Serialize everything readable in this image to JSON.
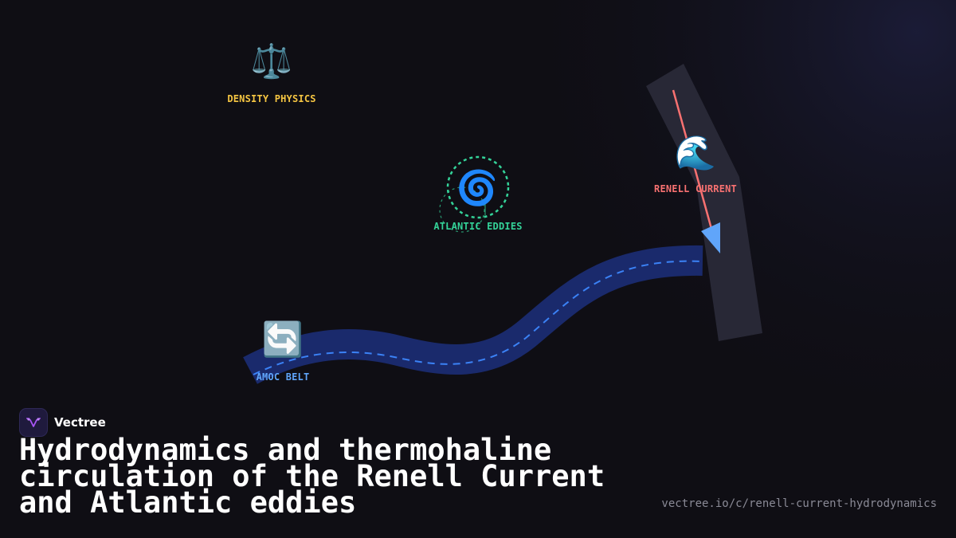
{
  "nodes": {
    "density": {
      "label": "DENSITY PHYSICS",
      "icon": "⚖️",
      "icon_name": "balance-scale-icon",
      "color": "#f5c542"
    },
    "eddies": {
      "label": "ATLANTIC EDDIES",
      "icon": "🌀",
      "icon_name": "cyclone-icon",
      "color": "#34d399"
    },
    "renell": {
      "label": "RENELL CURRENT",
      "icon": "🌊",
      "icon_name": "wave-icon",
      "color": "#f87171"
    },
    "amoc": {
      "label": "AMOC BELT",
      "icon": "🔄",
      "icon_name": "cycle-arrows-icon",
      "color": "#60a5fa"
    }
  },
  "brand": {
    "name": "Vectree",
    "logo_icon": "vectree-logo-icon"
  },
  "title": "Hydrodynamics and thermohaline circulation of the Renell Current and Atlantic eddies",
  "url": "vectree.io/c/renell-current-hydrodynamics",
  "colors": {
    "background": "#0f0e14",
    "belt": "#1a2a6c",
    "belt_dash": "#3b82f6",
    "current_band": "#2a2a38",
    "current_line": "#f87171",
    "arrow_head": "#60a5fa"
  }
}
